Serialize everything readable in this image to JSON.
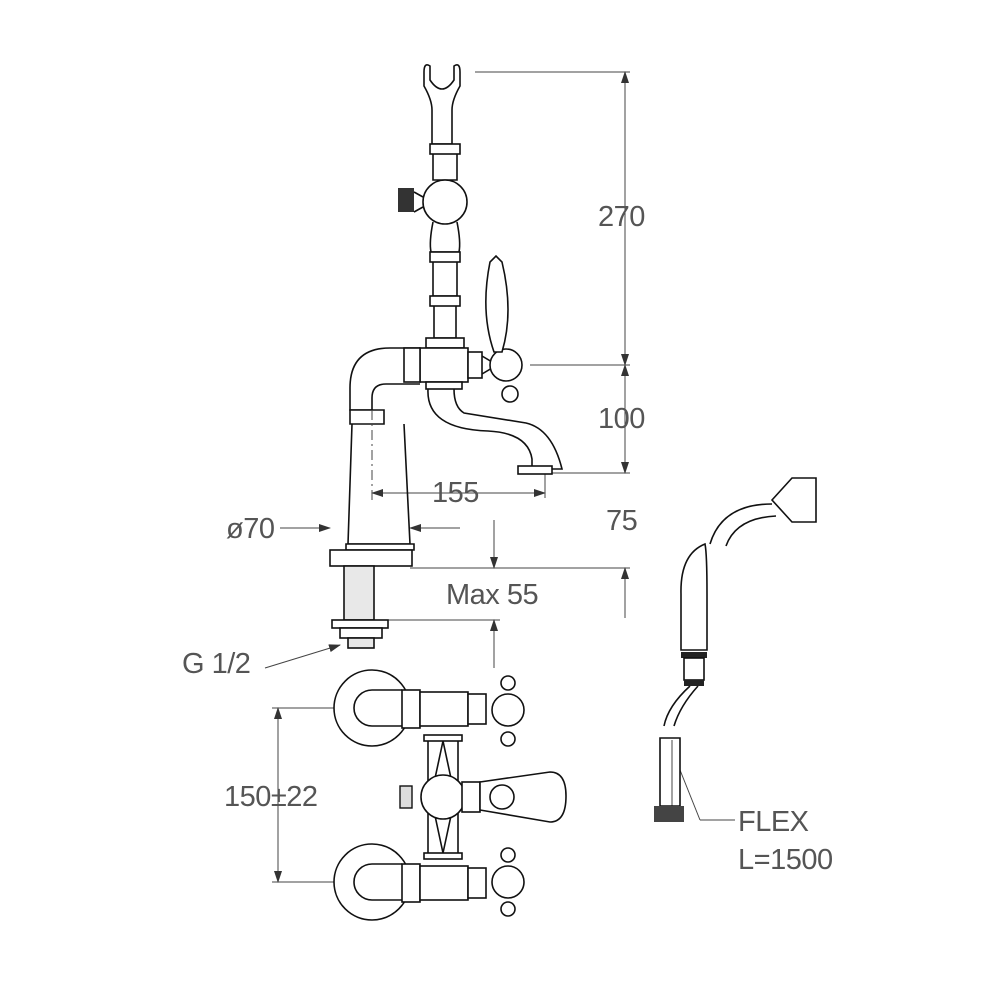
{
  "title": "Bath mixer technical drawing",
  "dimensions": {
    "shower_holder_height": "270",
    "spout_height": "100",
    "spout_reach": "155",
    "base_height": "75",
    "base_diameter": "ø70",
    "max_deck_thickness": "Max 55",
    "connection_thread": "G 1/2",
    "wall_centres": "150±22",
    "hose_type": "FLEX",
    "hose_length": "L=1500"
  },
  "colors": {
    "lines": "#111111",
    "dimension_text": "#555555"
  }
}
